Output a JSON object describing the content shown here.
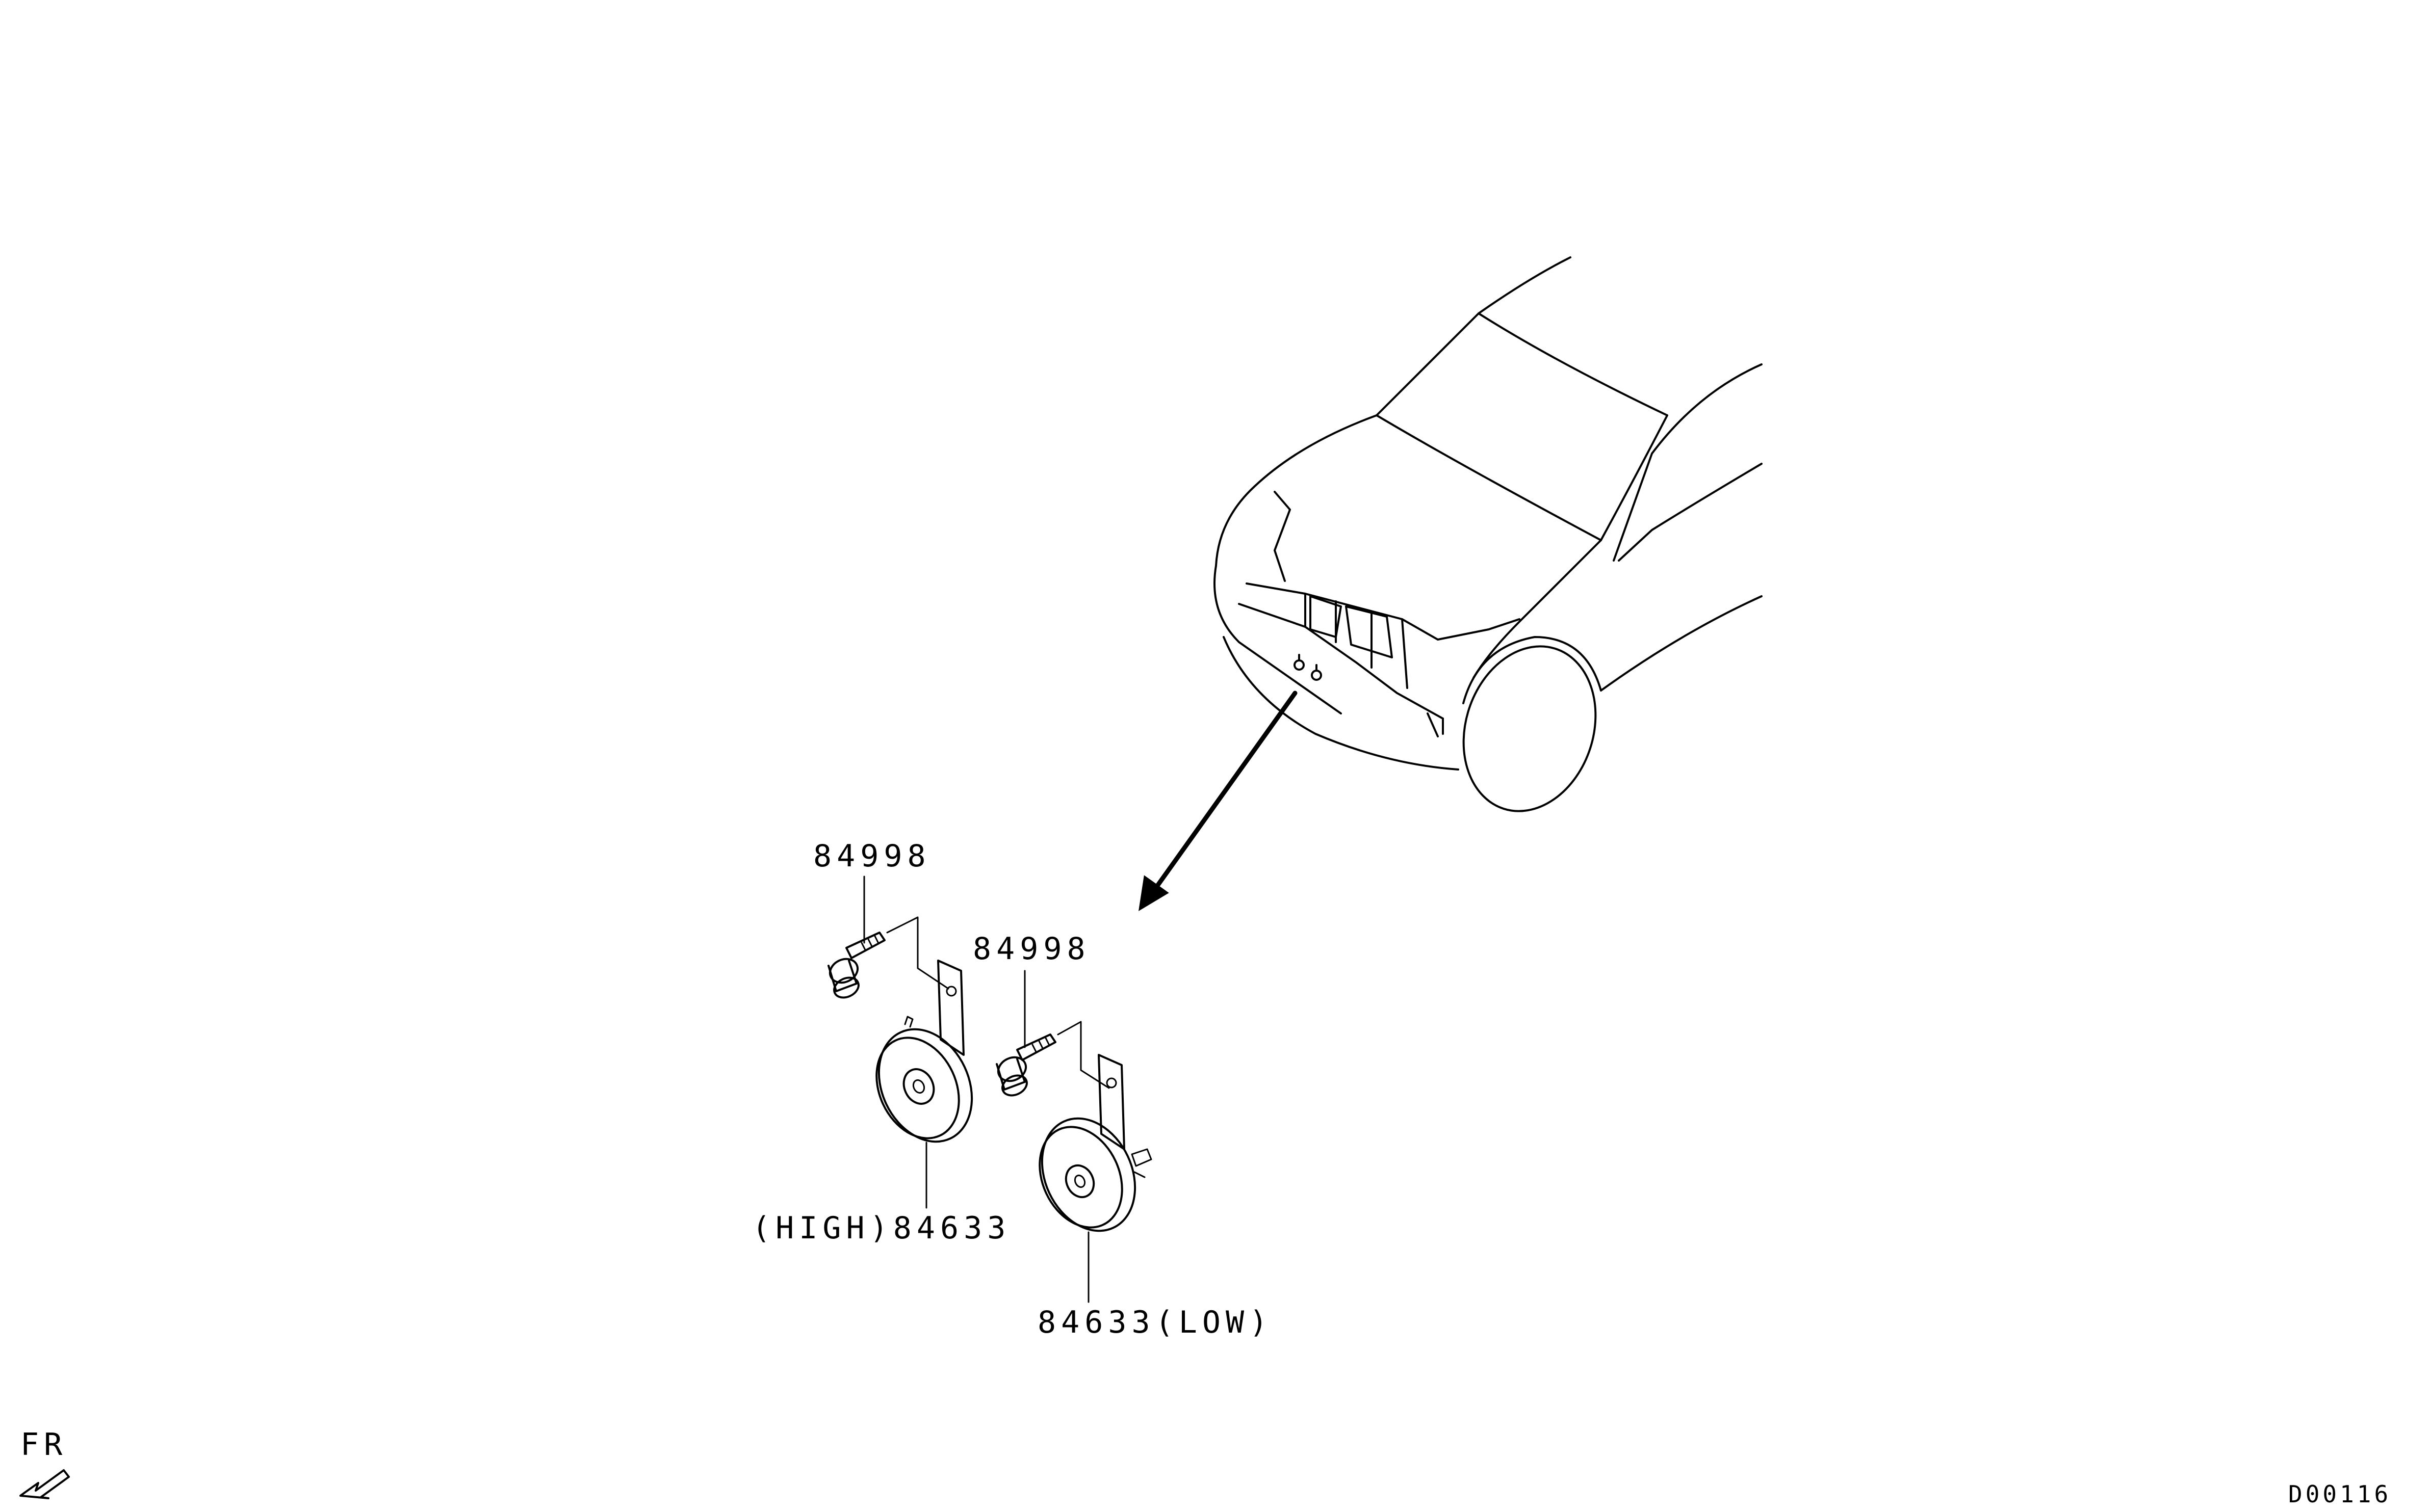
{
  "callouts": {
    "bolt_upper": "84998",
    "bolt_lower": "84998",
    "horn_high": "(HIGH)84633",
    "horn_low": "84633(LOW)"
  },
  "orientation": {
    "label": "FR"
  },
  "figure_code": "D00116"
}
